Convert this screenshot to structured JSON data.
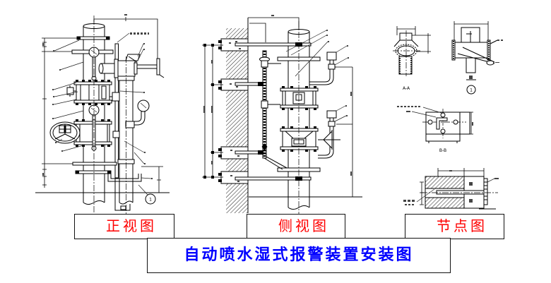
{
  "title": "自动喷水湿式报警装置安装图",
  "views": {
    "front": {
      "label": "正视图"
    },
    "side": {
      "label": "侧视图"
    },
    "node": {
      "label": "节点图"
    }
  },
  "drawing": {
    "section_labels": [
      "A-A",
      "B-B"
    ],
    "detail_markers": [
      "1",
      "1"
    ]
  },
  "colors": {
    "view_label": "#ff0000",
    "title": "#0000ff",
    "linework": "#000000"
  }
}
